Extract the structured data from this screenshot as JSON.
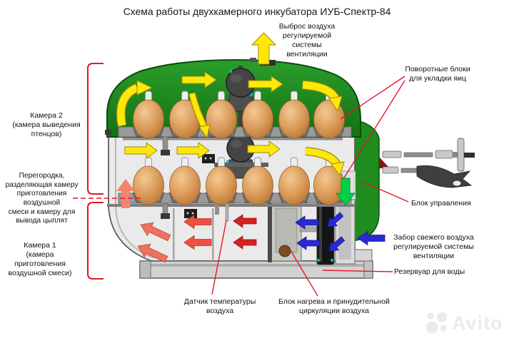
{
  "title": "Схема работы двухкамерного инкубатора ИУБ-Спектр-84",
  "labels": {
    "air_exhaust": "Выброс воздуха\nрегулируемой\nсистемы вентиляции",
    "turning_blocks": "Поворотные блоки\nдля укладки яиц",
    "chamber2": "Камера 2\n(камера выведения\nптенцов)",
    "partition": "Перегородка,\nразделяющая камеру\nприготовления воздушной\nсмеси и камеру для\nвывода цыплят",
    "chamber1": "Камера 1\n(камера\nприготовления\nвоздушной смеси)",
    "control_unit": "Блок управления",
    "air_intake": "Забор свежего воздуха\nрегулируемой системы вентиляции",
    "water_tank": "Резервуар для воды",
    "temp_sensor": "Датчик температуры\nвоздуха",
    "heater": "Блок нагрева и принудительной\nциркуляции воздуха"
  },
  "watermark": {
    "text": "Avito"
  },
  "colors": {
    "dome_green": "#1e8c1e",
    "body_gray": "#eaeaea",
    "arrow_yellow": "#ffe70a",
    "arrow_red": "#d93025",
    "arrow_blue": "#2a2ad2",
    "arrow_green": "#00d248",
    "callout_red": "#e3162a",
    "egg_brown": "#d0924f",
    "heater_black": "#141414"
  }
}
